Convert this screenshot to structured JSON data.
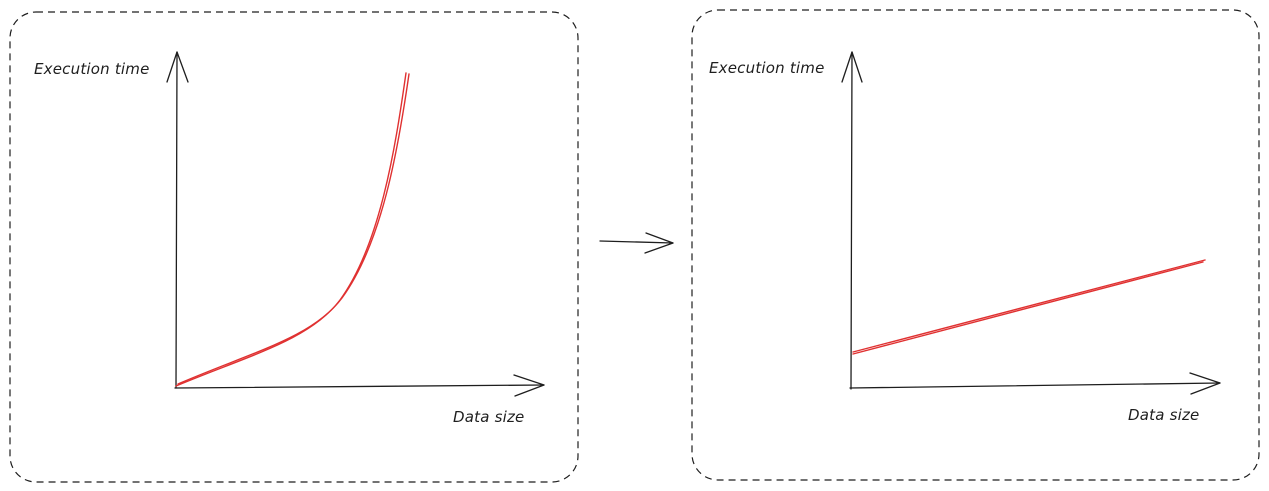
{
  "colors": {
    "ink": "#1e1e1e",
    "curve": "#e03131"
  },
  "left_panel": {
    "y_axis_label": "Execution time",
    "x_axis_label": "Data size",
    "curve_shape": "exponential"
  },
  "right_panel": {
    "y_axis_label": "Execution time",
    "x_axis_label": "Data size",
    "curve_shape": "linear"
  },
  "transition_icon": "arrow-right-icon"
}
